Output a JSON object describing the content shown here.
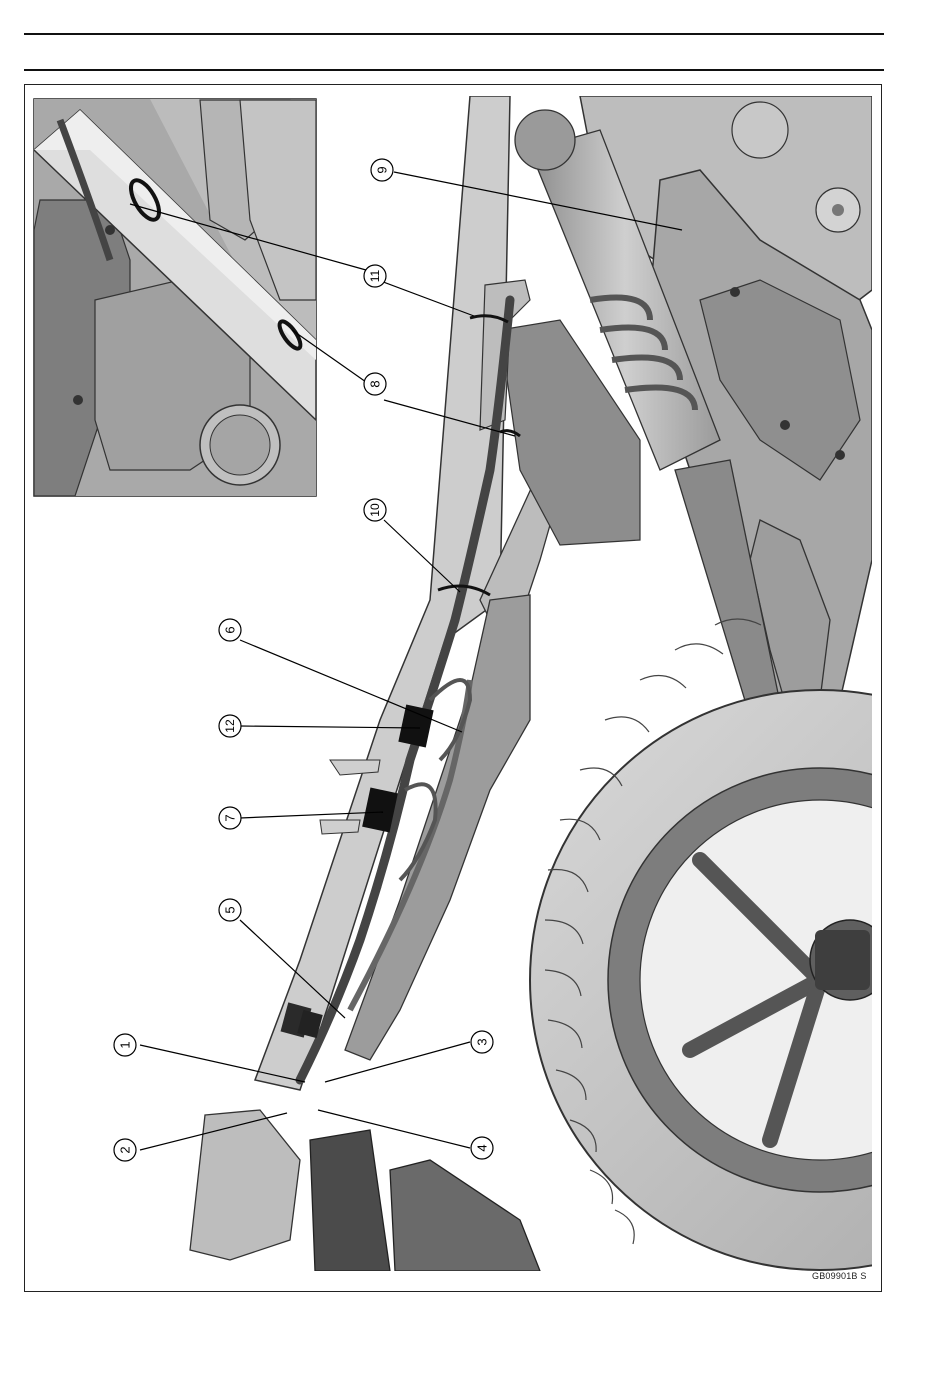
{
  "figure": {
    "callouts": [
      "1",
      "2",
      "3",
      "4",
      "5",
      "6",
      "7",
      "8",
      "9",
      "10",
      "11",
      "12"
    ],
    "figure_code": "GB09901B  S"
  }
}
